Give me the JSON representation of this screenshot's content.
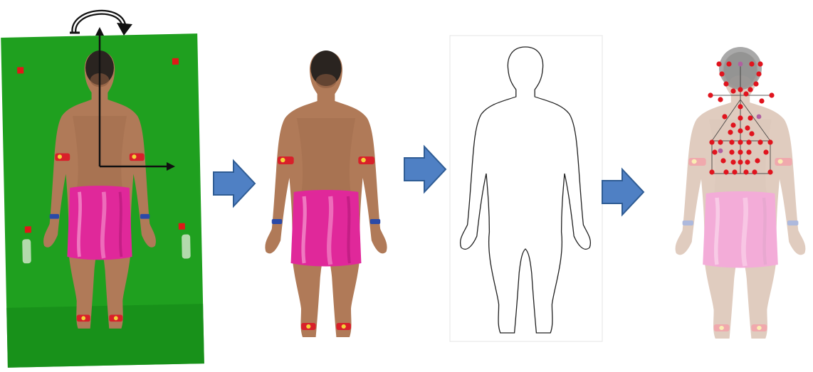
{
  "panels": [
    {
      "id": "green-screen-photo",
      "kind": "photo"
    },
    {
      "id": "extracted-figure",
      "kind": "photo"
    },
    {
      "id": "silhouette-outline",
      "kind": "outline"
    },
    {
      "id": "landmark-overlay",
      "kind": "overlay"
    }
  ],
  "icons": [
    "rotation-arrow-icon",
    "flow-arrow-icon"
  ],
  "colors": {
    "green_screen": "#1fa01f",
    "marker_square": "#e01818",
    "skin": "#b07a58",
    "skirt": "#e0289a",
    "arm_band": "#d8202a",
    "wrist_band": "#2a4aa8",
    "flow_arrow": "#4f80c4",
    "flow_arrow_stroke": "#2f5c94",
    "landmark_dot": "#e0141e",
    "landmark_dot_alt": "#b060a0",
    "outline": "#222222",
    "axis": "#111111"
  }
}
